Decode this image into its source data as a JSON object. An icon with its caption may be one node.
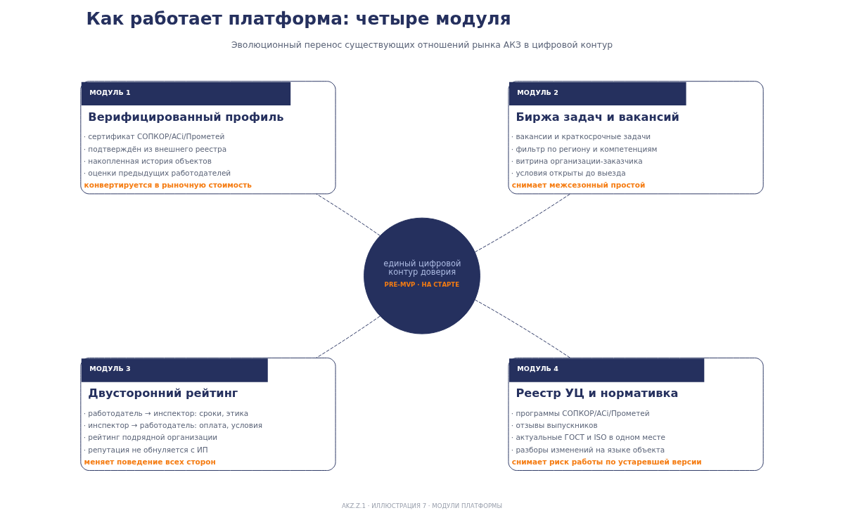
{
  "diagram": {
    "title": "Как работает платформа: четыре модуля",
    "caption": "AKZ.Z.1 · ИЛЛЮСТРАЦИЯ 7 · МОДУЛИ ПЛАТФОРМЫ",
    "nodes": [
      {
        "text": [
          "МОДУЛЬ 1",
          "Верифицированный профиль",
          "· сертификат СОПКОР/ACi/Прометей",
          "· подтверждён из внешнего реестра",
          "· накопленная история объектов",
          "· оценки предыдущих работодателей",
          "конвертируется в рыночную стоимость"
        ]
      },
      {
        "text": [
          "МОДУЛЬ 2",
          "Биржа задач и вакансий",
          "· вакансии и краткосрочные задачи",
          "· фильтр по региону и компетенциям",
          "· витрина организации-заказчика",
          "· условия открыты до выезда",
          "снимает межсезонный простой"
        ]
      },
      {
        "text": [
          "единый цифровой контур доверия",
          "PRE-MVP · НА СТАРТЕ"
        ]
      },
      {
        "text": [
          "МОДУЛЬ 3",
          "Двусторонний рейтинг",
          "· работодатель → инспектор: сроки, этика",
          "· инспектор → работодатель: оплата, условия",
          "· рейтинг подрядной организации",
          "· репутация не обнуляется с ИП",
          "меняет поведение всех сторон"
        ]
      },
      {
        "text": [
          "МОДУЛЬ 4",
          "Реестр УЦ и нормативка",
          "· программы СОПКОР/ACi/Прометей",
          "· отзывы выпускников",
          "· актуальные ГОСТ и ISO в одном месте",
          "· разборы изменений на языке объекта",
          "снимает риск работы по устаревшей версии"
        ]
      }
    ],
    "edges": [
      {
        "from": 2,
        "to": 0,
        "arrow": "none",
        "style": "dashed"
      },
      {
        "from": 2,
        "to": 1,
        "arrow": "none",
        "style": "dashed"
      },
      {
        "from": 2,
        "to": 3,
        "arrow": "none",
        "style": "dashed"
      },
      {
        "from": 2,
        "to": 4,
        "arrow": "none",
        "style": "dashed"
      }
    ],
    "labels": [
      "Эволюционный перенос существующих отношений рынка АКЗ в цифровой контур"
    ]
  }
}
